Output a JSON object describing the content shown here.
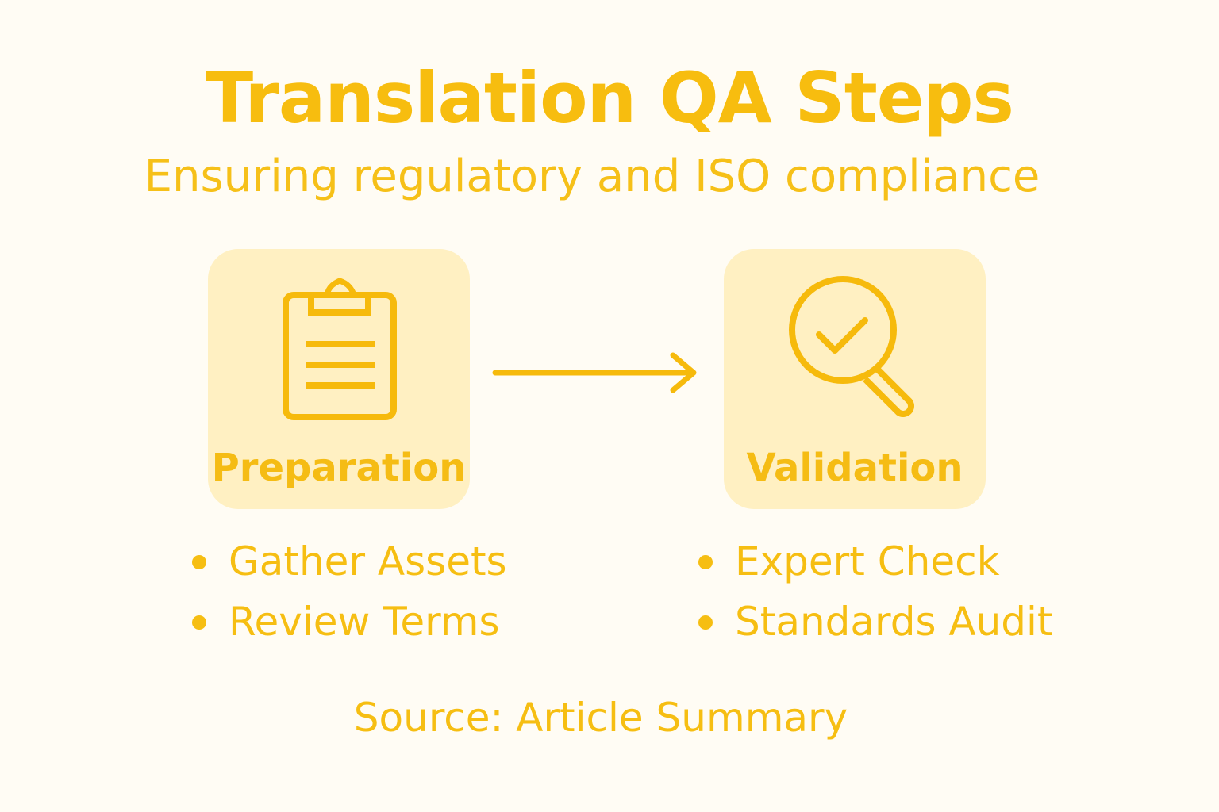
{
  "header": {
    "title": "Translation QA Steps",
    "subtitle": "Ensuring regulatory and ISO compliance"
  },
  "steps": [
    {
      "label": "Preparation",
      "icon": "clipboard-icon",
      "bullets": [
        "Gather Assets",
        "Review Terms"
      ]
    },
    {
      "label": "Validation",
      "icon": "magnifier-check-icon",
      "bullets": [
        "Expert Check",
        "Standards Audit"
      ]
    }
  ],
  "connector": {
    "icon": "arrow-right-icon"
  },
  "footer": {
    "source": "Source: Article Summary"
  },
  "colors": {
    "accent": "#F6BE12",
    "card_bg": "#FFF0C2",
    "page_bg": "#FFFCF4"
  }
}
